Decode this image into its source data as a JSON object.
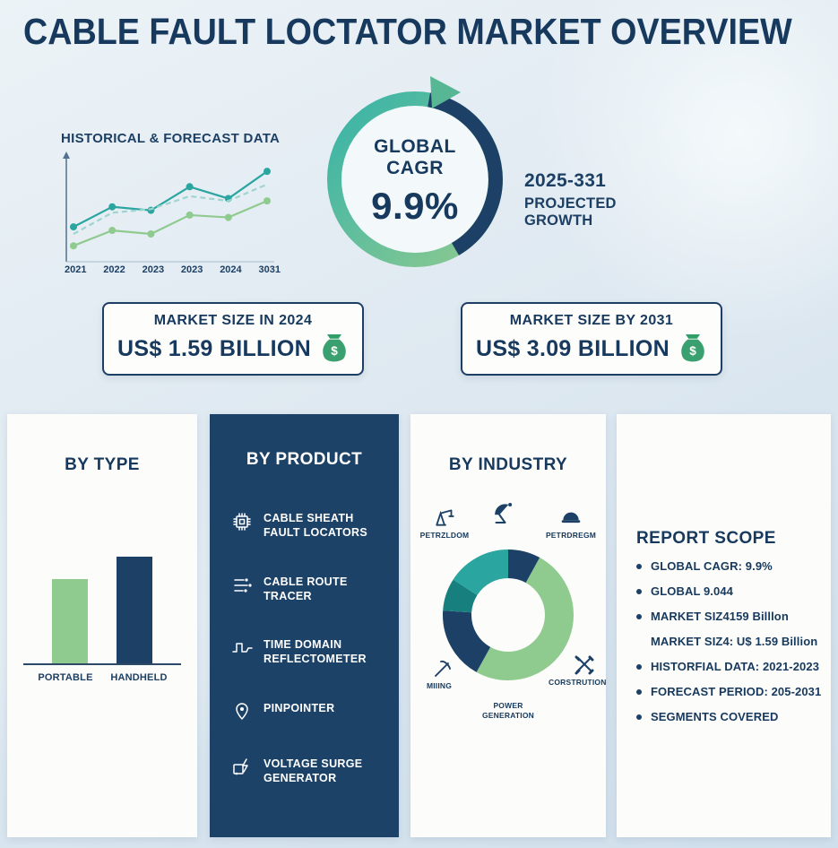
{
  "title": "CABLE FAULT LOCTATOR MARKET OVERVIEW",
  "historical": {
    "label": "HISTORICAL & FORECAST DATA"
  },
  "gauge": {
    "line1": "GLOBAL",
    "line2": "CAGR",
    "value": "9.9%",
    "period": "2025-331",
    "growth_label": "PROJECTED GROWTH"
  },
  "market_boxes": [
    {
      "title": "MARKET SIZE IN 2024",
      "value": "US$ 1.59 BILLION"
    },
    {
      "title": "MARKET SIZE BY 2031",
      "value": "US$ 3.09 BILLION"
    }
  ],
  "by_type": {
    "title": "BY TYPE"
  },
  "by_product": {
    "title": "BY PRODUCT",
    "items": [
      "CABLE SHEATH FAULT LOCATORS",
      "CABLE ROUTE TRACER",
      "TIME DOMAIN REFLECTOMETER",
      "PINPOINTER",
      "VOLTAGE SURGE GENERATOR"
    ]
  },
  "by_industry": {
    "title": "BY INDUSTRY",
    "labels": {
      "petroleum": "PETRZLDOM",
      "helmet": "PETRDREGM",
      "mining": "MIIING",
      "power": "POWER GENERATION",
      "construction": "CORSTRUTION"
    }
  },
  "report_scope": {
    "title": "REPORT SCOPE",
    "items": [
      "GLOBAL CAGR: 9.9%",
      "GLOBAL 9.044",
      "MARKET SIZ4159 Billlon",
      "MARKET SIZ4: U$ 1.59 Billion",
      "HISTORFIAL DATA: 2021-2023",
      "FORECAST PERIOD: 205-2031",
      "SEGMENTS COVERED"
    ]
  },
  "colors": {
    "navy": "#1d4166",
    "teal": "#2aa5a0",
    "green": "#8fca8f",
    "accent_green": "#3ba06f",
    "background": "#dfe9f1"
  },
  "chart_data": [
    {
      "type": "line",
      "title": "HISTORICAL & FORECAST DATA",
      "x": [
        "2021",
        "2022",
        "2023",
        "2023",
        "2024",
        "3031"
      ],
      "series": [
        {
          "name": "forecast",
          "color": "#2aa59f",
          "dashed": false,
          "markers": true,
          "values": [
            28,
            45,
            42,
            62,
            52,
            75
          ]
        },
        {
          "name": "historical",
          "color": "#8fca8f",
          "dashed": false,
          "markers": true,
          "values": [
            12,
            25,
            22,
            38,
            36,
            50
          ]
        },
        {
          "name": "trend",
          "color": "#9fd4cf",
          "dashed": true,
          "markers": false,
          "values": [
            22,
            40,
            43,
            54,
            50,
            64
          ]
        }
      ],
      "ylim": [
        0,
        85
      ],
      "legend": "off",
      "grid": "off"
    },
    {
      "type": "bar",
      "title": "BY TYPE",
      "categories": [
        "PORTABLE",
        "HANDHELD"
      ],
      "values": [
        55,
        70
      ],
      "colors": [
        "#8fca8f",
        "#1d4166"
      ],
      "ylim": [
        0,
        100
      ]
    },
    {
      "type": "donut",
      "title": "BY INDUSTRY",
      "segments": [
        {
          "label": "CORSTRUTION",
          "value": 8,
          "color": "#1d4166"
        },
        {
          "label": "POWER GENERATION",
          "value": 50,
          "color": "#8fca8f"
        },
        {
          "label": "MIIING",
          "value": 18,
          "color": "#1d4166"
        },
        {
          "label": "PETRZLDOM",
          "value": 8,
          "color": "#17807e"
        },
        {
          "label": "PETRDREGM",
          "value": 16,
          "color": "#2aa5a0"
        }
      ]
    }
  ]
}
